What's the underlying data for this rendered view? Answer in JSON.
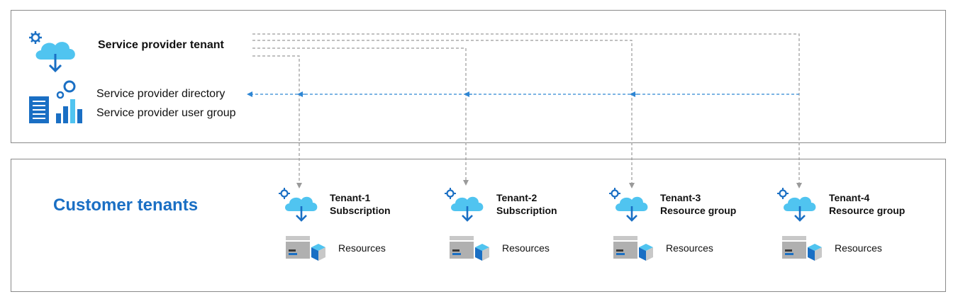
{
  "service_provider": {
    "tenant_label": "Service provider tenant",
    "directory_label": "Service provider directory",
    "user_group_label": "Service provider user group"
  },
  "customer": {
    "title": "Customer tenants",
    "tenants": [
      {
        "name": "Tenant-1",
        "scope": "Subscription",
        "resources_label": "Resources"
      },
      {
        "name": "Tenant-2",
        "scope": "Subscription",
        "resources_label": "Resources"
      },
      {
        "name": "Tenant-3",
        "scope": "Resource group",
        "resources_label": "Resources"
      },
      {
        "name": "Tenant-4",
        "scope": "Resource group",
        "resources_label": "Resources"
      }
    ]
  },
  "colors": {
    "accent_blue": "#1a6fc4",
    "cloud_light": "#50c4f0",
    "arrow_blue": "#2e86d4",
    "connector_gray": "#9a9a9a",
    "border_gray": "#8a8a8a"
  },
  "icons": {
    "tenant": "cloud-gear-download-icon",
    "directory": "directory-chart-gears-icon",
    "resources": "server-cube-icon"
  }
}
